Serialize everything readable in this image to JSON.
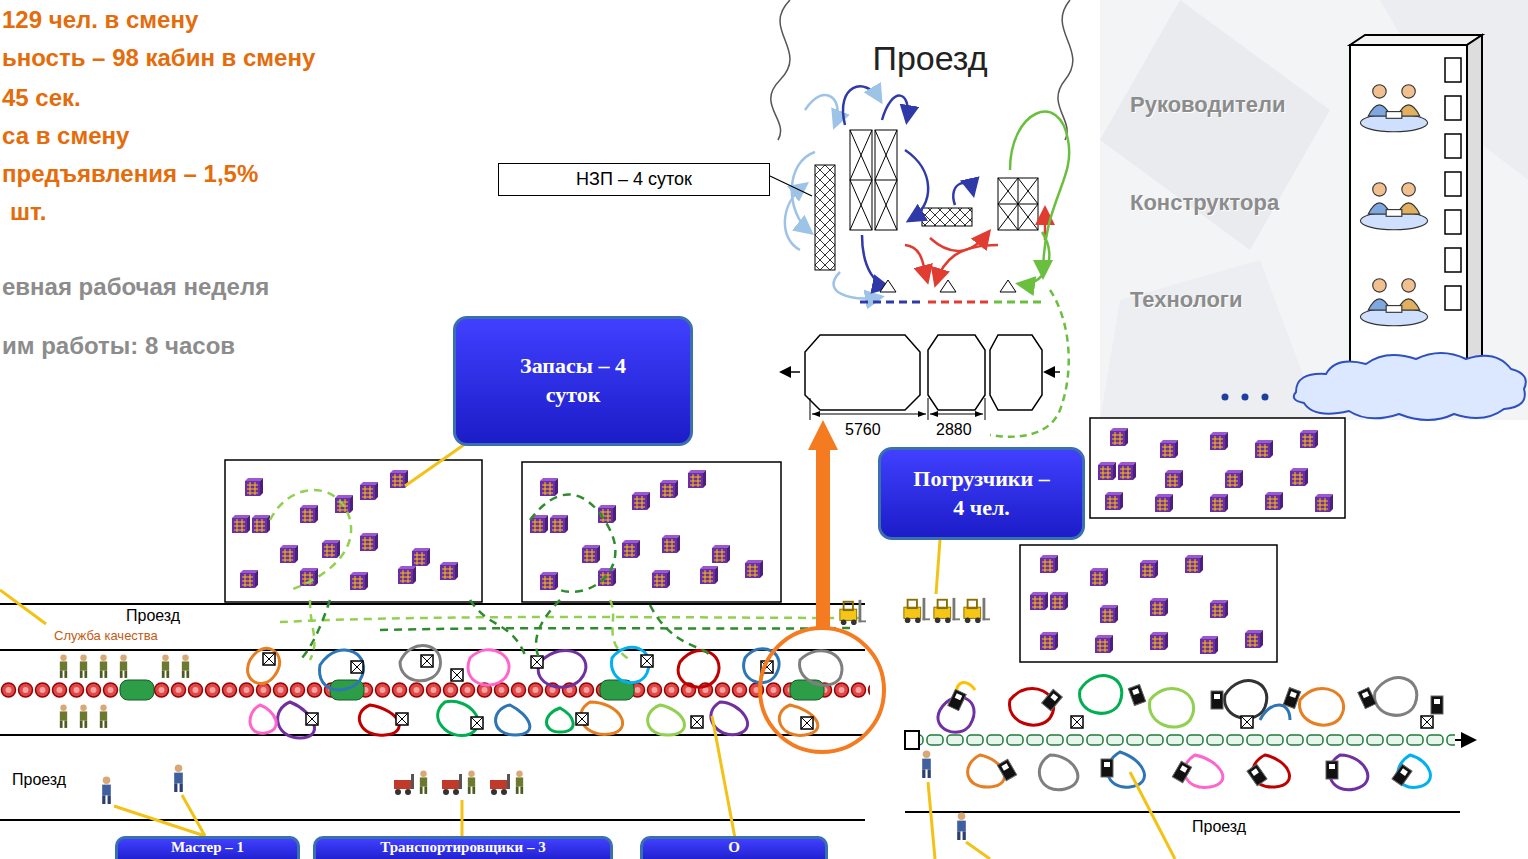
{
  "diagram": {
    "nodes": [
      {
        "text": [
          "Проезд"
        ]
      },
      {
        "text": [
          "НЗП – 4 суток"
        ]
      },
      {
        "text": [
          "Запасы – 4 суток"
        ]
      },
      {
        "text": [
          "Погрузчики – 4 чел."
        ]
      },
      {
        "text": [
          "Мастер – 1"
        ]
      },
      {
        "text": [
          "Транспортировщики – 3"
        ]
      },
      {
        "text": [
          "О"
        ]
      }
    ],
    "labels": [
      "129 чел. в смену",
      "ьность – 98 кабин в смену",
      "45 сек.",
      "са в смену",
      "предъявления – 1,5%",
      "шт.",
      "Руководители",
      "Конструктора",
      "евная рабочая неделя",
      "Технологи",
      "им работы: 8 часов",
      "5760",
      "2880",
      "Проезд",
      "Служба качества",
      "Проезд",
      "Проезд"
    ]
  }
}
